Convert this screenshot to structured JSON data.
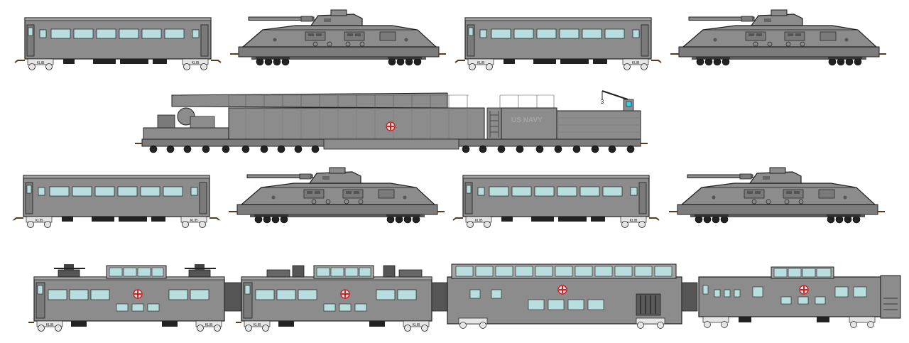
{
  "drawing": {
    "rows": [
      {
        "row": 1,
        "units": [
          "coach",
          "tank-car",
          "coach",
          "tank-car"
        ]
      },
      {
        "row": 2,
        "units": [
          "railway-gun"
        ]
      },
      {
        "row": 3,
        "units": [
          "coach",
          "tank-car",
          "coach",
          "tank-car"
        ]
      },
      {
        "row": 4,
        "units": [
          "aa-dome-car",
          "aa-dome-car",
          "command-dome-car",
          "observation-car"
        ]
      }
    ],
    "railway_gun_marking": "US NAVY",
    "colors": {
      "body": "#8c8c8c",
      "body_dark": "#6f6f6f",
      "roof": "#a4a4a4",
      "window": "#b8dede",
      "outline": "#1e1e1e",
      "wheel": "#222222",
      "bogie": "#e6e6e6",
      "cross": "#d02020",
      "coupler": "#5a3a1a",
      "crane_light": "#30d0f0"
    }
  }
}
